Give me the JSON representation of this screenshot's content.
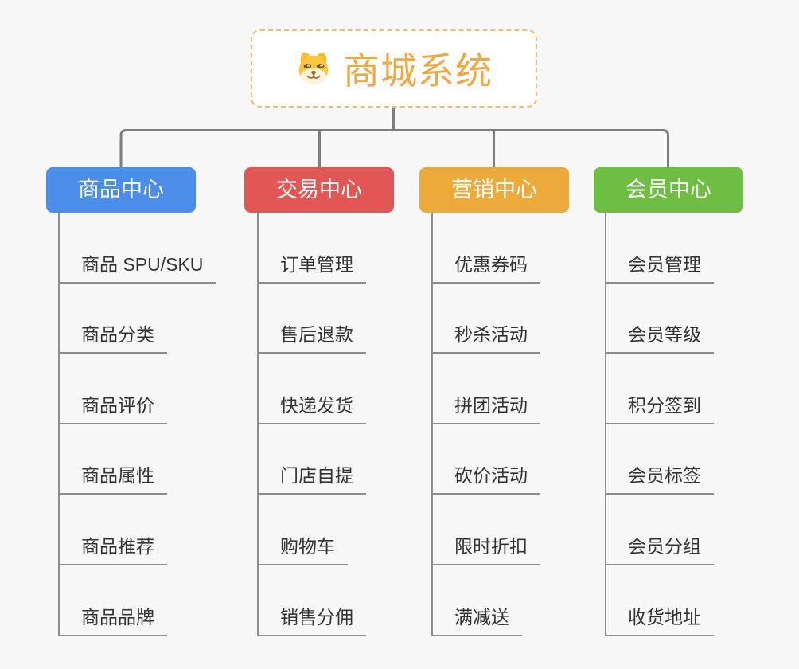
{
  "canvas": {
    "background": "#f7f7f7",
    "connector_color": "#7d7d7d",
    "branch_line_color": "#8d8d8d"
  },
  "root": {
    "label": "商城系统",
    "icon": "dog-face-icon",
    "text_color": "#f0a740",
    "border_color": "#f4bc62",
    "background": "#ffffff"
  },
  "branches": [
    {
      "label": "商品中心",
      "color": "#4a8ee9",
      "items": [
        "商品 SPU/SKU",
        "商品分类",
        "商品评价",
        "商品属性",
        "商品推荐",
        "商品品牌"
      ]
    },
    {
      "label": "交易中心",
      "color": "#e25754",
      "items": [
        "订单管理",
        "售后退款",
        "快递发货",
        "门店自提",
        "购物车",
        "销售分佣"
      ]
    },
    {
      "label": "营销中心",
      "color": "#ecaa3b",
      "items": [
        "优惠券码",
        "秒杀活动",
        "拼团活动",
        "砍价活动",
        "限时折扣",
        "满减送"
      ]
    },
    {
      "label": "会员中心",
      "color": "#6ebe43",
      "items": [
        "会员管理",
        "会员等级",
        "积分签到",
        "会员标签",
        "会员分组",
        "收货地址"
      ]
    }
  ]
}
